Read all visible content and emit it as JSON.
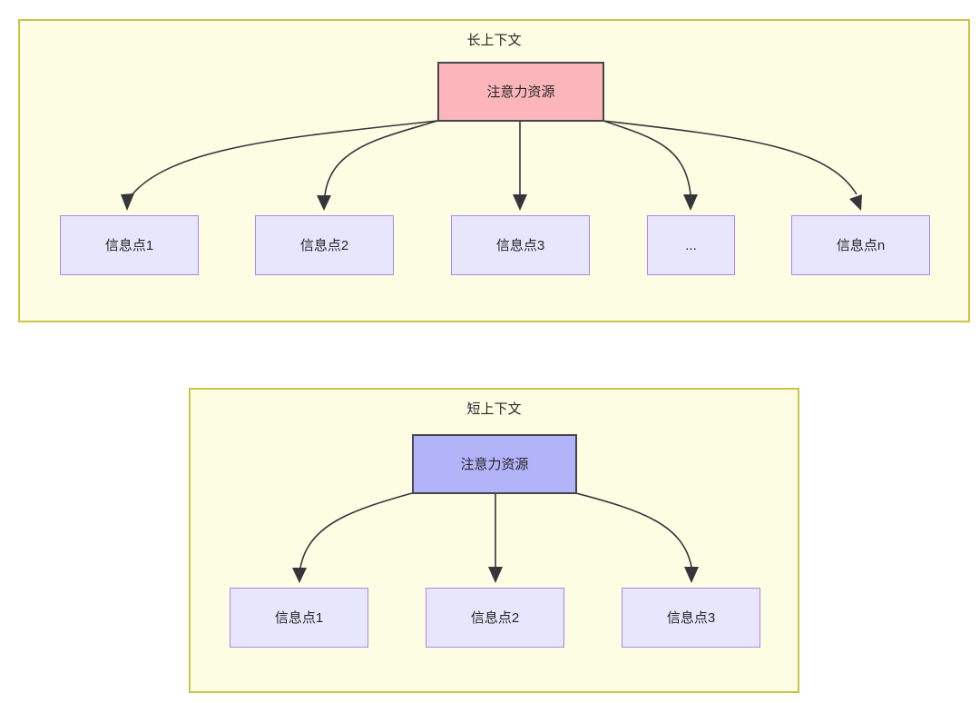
{
  "diagram": {
    "type": "tree-comparison",
    "background": "#ffffff",
    "colors": {
      "group_fill": "#fdfde4",
      "group_border": "#c9c44a",
      "root_long_fill": "#fcb6bb",
      "root_short_fill": "#b3b3fa",
      "root_border": "#46454c",
      "leaf_fill": "#e8e6fc",
      "leaf_border": "#ab85e8",
      "edge": "#36353b",
      "text": "#262626"
    },
    "groups": [
      {
        "id": "long-context",
        "title": "长上下文",
        "root": {
          "id": "root-long",
          "label": "注意力资源"
        },
        "leaves": [
          {
            "id": "long-leaf-1",
            "label": "信息点1"
          },
          {
            "id": "long-leaf-2",
            "label": "信息点2"
          },
          {
            "id": "long-leaf-3",
            "label": "信息点3"
          },
          {
            "id": "long-leaf-ellipsis",
            "label": "..."
          },
          {
            "id": "long-leaf-n",
            "label": "信息点n"
          }
        ],
        "edge_count": 5
      },
      {
        "id": "short-context",
        "title": "短上下文",
        "root": {
          "id": "root-short",
          "label": "注意力资源"
        },
        "leaves": [
          {
            "id": "short-leaf-1",
            "label": "信息点1"
          },
          {
            "id": "short-leaf-2",
            "label": "信息点2"
          },
          {
            "id": "short-leaf-3",
            "label": "信息点3"
          }
        ],
        "edge_count": 3
      }
    ]
  }
}
